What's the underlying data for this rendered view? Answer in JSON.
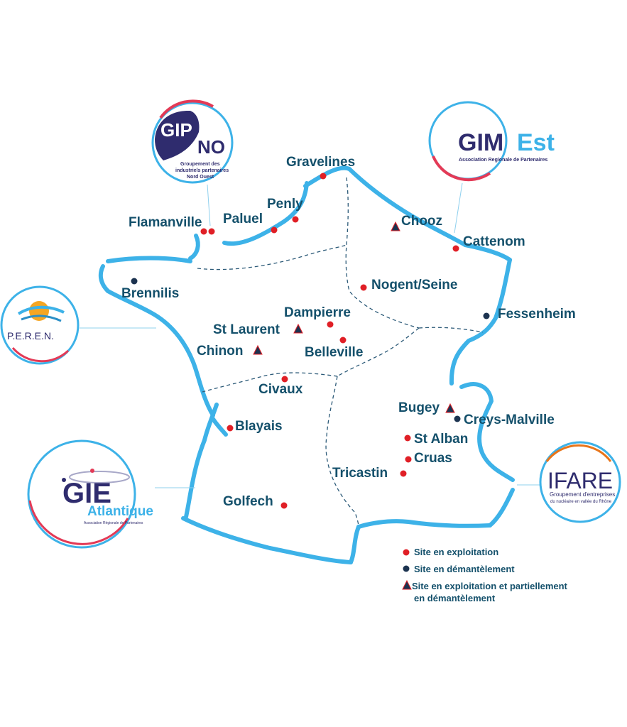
{
  "colors": {
    "border": "#3db2e8",
    "text": "#14506b",
    "operating": "#e01f26",
    "dismantling": "#1c3350",
    "triangle": "#1c3350",
    "navy": "#2f2c6e"
  },
  "sites": [
    {
      "id": "gravelines",
      "label": "Gravelines",
      "status": "exploitation"
    },
    {
      "id": "penly",
      "label": "Penly",
      "status": "exploitation"
    },
    {
      "id": "paluel",
      "label": "Paluel",
      "status": "exploitation"
    },
    {
      "id": "flamanville",
      "label": "Flamanville",
      "status": "exploitation"
    },
    {
      "id": "chooz",
      "label": "Chooz",
      "status": "partial"
    },
    {
      "id": "cattenom",
      "label": "Cattenom",
      "status": "exploitation"
    },
    {
      "id": "brennilis",
      "label": "Brennilis",
      "status": "demantelement"
    },
    {
      "id": "nogent",
      "label": "Nogent/Seine",
      "status": "exploitation"
    },
    {
      "id": "dampierre",
      "label": "Dampierre",
      "status": "exploitation"
    },
    {
      "id": "stlaurent",
      "label": "St Laurent",
      "status": "partial"
    },
    {
      "id": "chinon",
      "label": "Chinon",
      "status": "partial"
    },
    {
      "id": "belleville",
      "label": "Belleville",
      "status": "exploitation"
    },
    {
      "id": "fessenheim",
      "label": "Fessenheim",
      "status": "demantelement"
    },
    {
      "id": "civaux",
      "label": "Civaux",
      "status": "exploitation"
    },
    {
      "id": "bugey",
      "label": "Bugey",
      "status": "partial"
    },
    {
      "id": "creys",
      "label": "Creys-Malville",
      "status": "demantelement"
    },
    {
      "id": "blayais",
      "label": "Blayais",
      "status": "exploitation"
    },
    {
      "id": "stalban",
      "label": "St Alban",
      "status": "exploitation"
    },
    {
      "id": "cruas",
      "label": "Cruas",
      "status": "exploitation"
    },
    {
      "id": "tricastin",
      "label": "Tricastin",
      "status": "exploitation"
    },
    {
      "id": "golfech",
      "label": "Golfech",
      "status": "exploitation"
    }
  ],
  "legend": {
    "exploitation": "Site en exploitation",
    "demantelement": "Site en démantèlement",
    "partial_line1": "Site en exploitation et partiellement",
    "partial_line2": "en démantèlement"
  },
  "logos": {
    "gipno": {
      "big1": "GIP",
      "big2": "NO",
      "line1": "Groupement des",
      "line2": "industriels partenaires",
      "line3": "Nord Ouest"
    },
    "gimest": {
      "big1": "GIM",
      "big2": "Est",
      "line1": "Association Regionale de Partenaires"
    },
    "peren": {
      "name": "P.E.R.E.N."
    },
    "gie": {
      "big1": "GIE",
      "big2": "Atlantique",
      "line1": "Association Régionale de Partenaires"
    },
    "ifare": {
      "big1": "IFARE",
      "line1": "Groupement d'entreprises",
      "line2": "du nucléaire en vallée du Rhône"
    }
  }
}
